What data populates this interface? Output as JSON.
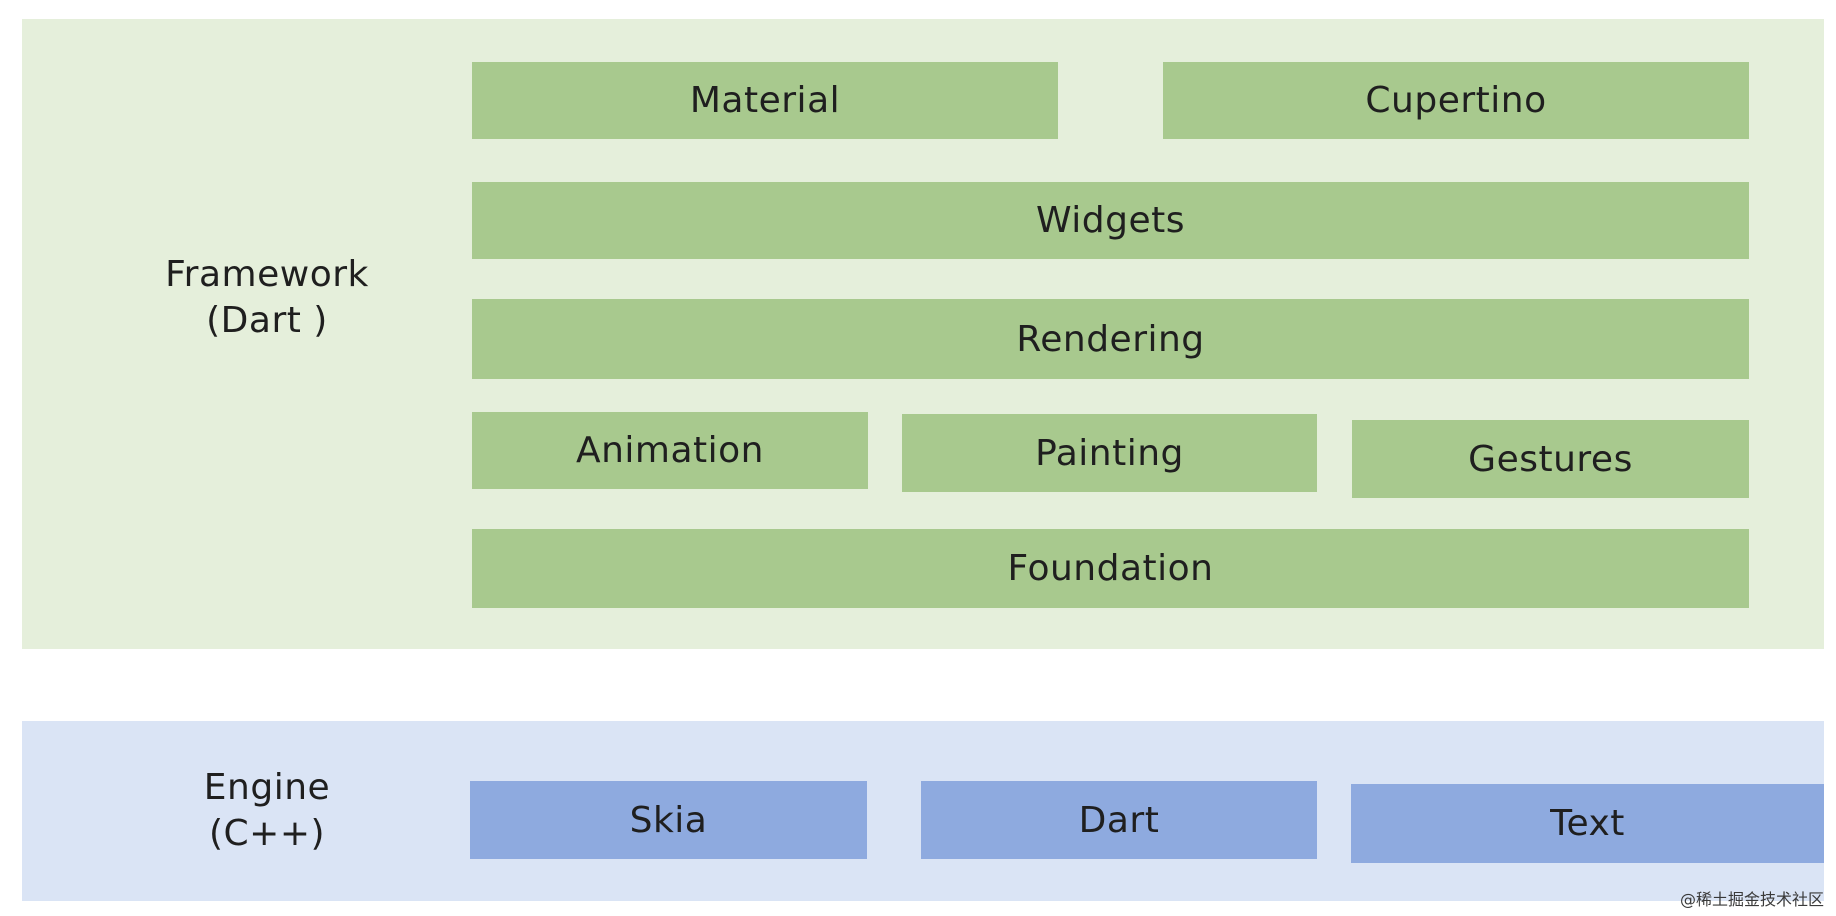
{
  "framework": {
    "label_line1": "Framework",
    "label_line2": "(Dart )",
    "color": "#e5efdb",
    "box_color": "#a8c98e",
    "boxes": {
      "material": "Material",
      "cupertino": "Cupertino",
      "widgets": "Widgets",
      "rendering": "Rendering",
      "animation": "Animation",
      "painting": "Painting",
      "gestures": "Gestures",
      "foundation": "Foundation"
    }
  },
  "engine": {
    "label_line1": "Engine",
    "label_line2": "(C++)",
    "color": "#dae4f5",
    "box_color": "#8eaadf",
    "boxes": {
      "skia": "Skia",
      "dart": "Dart",
      "text": "Text"
    }
  },
  "watermark": "@稀土掘金技术社区"
}
